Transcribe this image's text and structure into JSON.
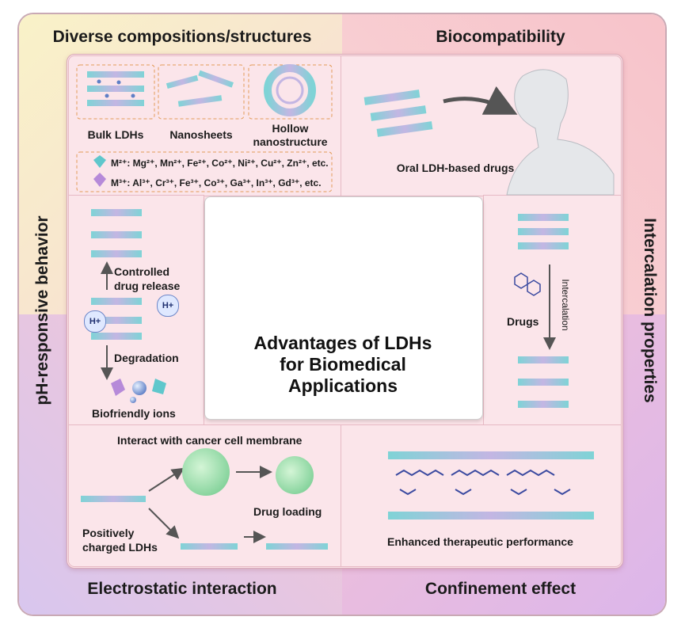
{
  "quadrants": {
    "top_left_title": "Diverse compositions/structures",
    "top_right_title": "Biocompatibility",
    "left_title": "pH-responsive behavior",
    "right_title": "Intercalation properties",
    "bottom_left_title": "Electrostatic interaction",
    "bottom_right_title": "Confinement effect"
  },
  "center": {
    "line1": "Advantages of LDHs",
    "line2": "for Biomedical",
    "line3": "Applications"
  },
  "structures": {
    "bulk": "Bulk LDHs",
    "nanosheets": "Nanosheets",
    "hollow_line1": "Hollow",
    "hollow_line2": "nanostructure"
  },
  "ions": {
    "m2": "M²⁺: Mg²⁺, Mn²⁺, Fe²⁺, Co²⁺, Ni²⁺, Cu²⁺, Zn²⁺, etc.",
    "m3": "M³⁺: Al³⁺, Cr³⁺, Fe³⁺, Co³⁺, Ga³⁺, In³⁺, Gd³⁺, etc."
  },
  "biocompat": {
    "caption": "Oral LDH-based drugs"
  },
  "ph": {
    "release_line1": "Controlled",
    "release_line2": "drug release",
    "h_plus": "H+",
    "degradation": "Degradation",
    "ions": "Biofriendly ions"
  },
  "intercalation": {
    "drugs": "Drugs",
    "arrow_label": "Intercalation"
  },
  "electrostatic": {
    "membrane": "Interact with cancer cell membrane",
    "loading": "Drug loading",
    "positive_line1": "Positively",
    "positive_line2": "charged LDHs"
  },
  "confinement": {
    "caption": "Enhanced therapeutic performance"
  },
  "colors": {
    "teal": "#7fd3d6",
    "pink": "#e9a3c8",
    "arrow": "#a8e8ef",
    "dark_arrow": "#555555"
  }
}
